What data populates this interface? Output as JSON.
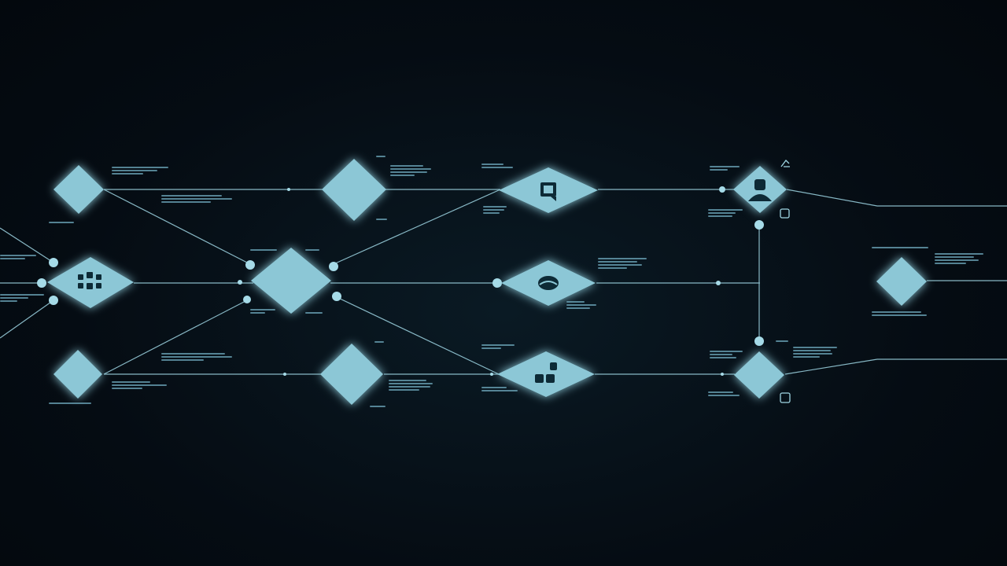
{
  "theme": {
    "background": "#050c13",
    "node_fill": "#8cc7d6",
    "line": "#9fd6e4",
    "node_dark": "#0d2a36",
    "text_blur": "#6fa9bd"
  },
  "diagram": {
    "nodes": [
      {
        "id": "n1",
        "icon": ""
      },
      {
        "id": "n2",
        "icon": "grid-icon"
      },
      {
        "id": "n3",
        "icon": ""
      },
      {
        "id": "n4",
        "icon": ""
      },
      {
        "id": "n5",
        "icon": ""
      },
      {
        "id": "n6",
        "icon": ""
      },
      {
        "id": "n7",
        "icon": "document-icon"
      },
      {
        "id": "n8",
        "icon": "cloud-icon"
      },
      {
        "id": "n9",
        "icon": "blocks-icon"
      },
      {
        "id": "n10",
        "icon": "user-icon"
      },
      {
        "id": "n11",
        "icon": ""
      },
      {
        "id": "n12",
        "icon": ""
      }
    ],
    "edges": [
      [
        "n1",
        "n5"
      ],
      [
        "n1",
        "n4"
      ],
      [
        "n2",
        "n5"
      ],
      [
        "n3",
        "n5"
      ],
      [
        "n3",
        "n6"
      ],
      [
        "n4",
        "n7"
      ],
      [
        "n5",
        "n7"
      ],
      [
        "n5",
        "n8"
      ],
      [
        "n5",
        "n9"
      ],
      [
        "n6",
        "n9"
      ],
      [
        "n7",
        "n10"
      ],
      [
        "n8",
        "n10"
      ],
      [
        "n9",
        "n11"
      ],
      [
        "n10",
        "n11"
      ],
      [
        "n10",
        "n12"
      ],
      [
        "n11",
        "n12"
      ]
    ]
  }
}
